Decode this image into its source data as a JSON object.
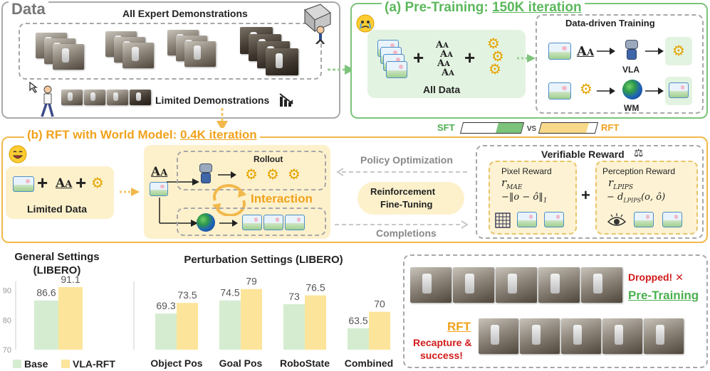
{
  "data_panel": {
    "title": "Data",
    "all_demos": "All Expert Demonstrations",
    "limited_demos": "Limited Demonstrations"
  },
  "pretrain": {
    "title_prefix": "(a) Pre-Training:",
    "title_highlight": "150K iteration",
    "all_data": "All Data",
    "data_driven": "Data-driven Training",
    "vla": "VLA",
    "wm": "WM",
    "plus": "+",
    "text_glyph": "A",
    "text_glyph_sub": "A"
  },
  "compare": {
    "sft": "SFT",
    "vs": "vs",
    "rft": "RFT",
    "sft_fill": 0.42,
    "rft_fill": 0.85,
    "sft_color": "#7cc47c",
    "rft_color": "#f8d98a"
  },
  "rft": {
    "title_prefix": "(b) RFT with World Model:",
    "title_highlight": "0.4K iteration",
    "limited_data": "Limited Data",
    "rollout": "Rollout",
    "interaction": "Interaction",
    "policy_opt": "Policy Optimization",
    "rl_line1": "Reinforcement",
    "rl_line2": "Fine-Tuning",
    "completions": "Completions",
    "verifiable": "Verifiable Reward",
    "pixel_reward": "Pixel Reward",
    "r_mae": "r",
    "r_mae_sub": "MAE",
    "pixel_formula": "−‖o − ô‖",
    "pixel_formula_sub": "1",
    "perception_reward": "Perception Reward",
    "r_lpips": "r",
    "r_lpips_sub": "LPIPS",
    "perc_formula_pre": "− d",
    "perc_formula_sub": "LPIPS",
    "perc_formula_post": "(o, ô)",
    "plus": "+"
  },
  "colors": {
    "green": "#6fbf73",
    "orange": "#f2b84b",
    "orange_text": "#f0a21c",
    "green_text": "#4caf50",
    "base_bar": "#d5ecd1",
    "rft_bar": "#fce49a",
    "red": "#d11a1a"
  },
  "chart_data": [
    {
      "type": "bar",
      "title": "General Settings (LIBERO)",
      "title_line1": "General Settings",
      "title_line2": "(LIBERO)",
      "categories": [
        ""
      ],
      "series": [
        {
          "name": "Base",
          "values": [
            86.6
          ]
        },
        {
          "name": "VLA-RFT",
          "values": [
            91.1
          ]
        }
      ],
      "ylim": [
        70,
        93
      ],
      "yticks": [
        70,
        80,
        90
      ],
      "legend": "bottom",
      "grid": false
    },
    {
      "type": "bar",
      "title": "Perturbation Settings (LIBERO)",
      "categories": [
        "Object Pos",
        "Goal Pos",
        "RoboState",
        "Combined"
      ],
      "series": [
        {
          "name": "Base",
          "values": [
            69.3,
            74.5,
            73,
            63.5
          ]
        },
        {
          "name": "VLA-RFT",
          "values": [
            73.5,
            79,
            76.5,
            70
          ]
        }
      ],
      "ylim": [
        55,
        82
      ],
      "legend": "bottom",
      "grid": false
    }
  ],
  "qualitative": {
    "dropped": "Dropped!",
    "cross": "✕",
    "pretraining": "Pre-Training",
    "rft": "RFT",
    "recapture_1": "Recapture &",
    "recapture_2": "success!"
  }
}
